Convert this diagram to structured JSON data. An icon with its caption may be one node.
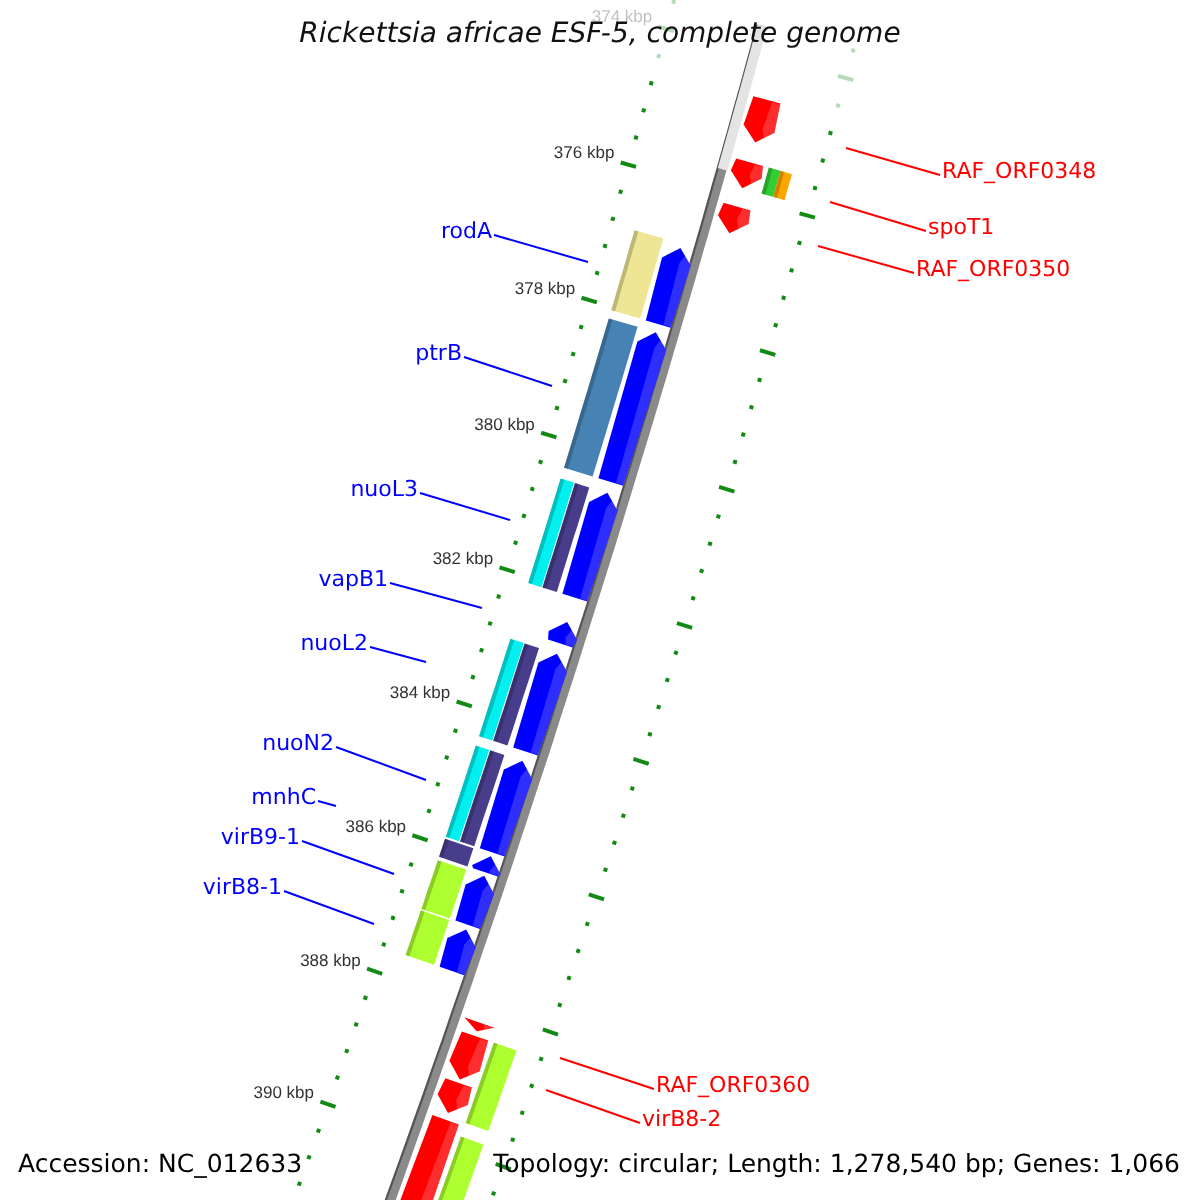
{
  "diagram": {
    "title": "Rickettsia africae ESF-5, complete genome",
    "nodes": [
      {
        "text": [
          "RAF_ORF0348"
        ]
      },
      {
        "text": [
          "spoT1"
        ]
      },
      {
        "text": [
          "rodA"
        ]
      },
      {
        "text": [
          "RAF_ORF0350"
        ]
      },
      {
        "text": [
          "ptrB"
        ]
      },
      {
        "text": [
          "nuoL3"
        ]
      },
      {
        "text": [
          "vapB1"
        ]
      },
      {
        "text": [
          "nuoL2"
        ]
      },
      {
        "text": [
          "nuoN2"
        ]
      },
      {
        "text": [
          "mnhC"
        ]
      },
      {
        "text": [
          "virB9-1"
        ]
      },
      {
        "text": [
          "virB8-1"
        ]
      },
      {
        "text": [
          "RAF_ORF0360"
        ]
      },
      {
        "text": [
          "virB8-2"
        ]
      }
    ],
    "edges": [
      {
        "from": 0,
        "to": null,
        "arrow": "none",
        "color": "#ff0000"
      },
      {
        "from": 1,
        "to": null,
        "arrow": "none",
        "color": "#ff0000"
      },
      {
        "from": 2,
        "to": null,
        "arrow": "none"
      },
      {
        "from": 3,
        "to": null,
        "arrow": "none",
        "color": "#ff0000"
      },
      {
        "from": 4,
        "to": null,
        "arrow": "none"
      },
      {
        "from": 5,
        "to": null,
        "arrow": "none"
      },
      {
        "from": 6,
        "to": null,
        "arrow": "none"
      },
      {
        "from": 7,
        "to": null,
        "arrow": "none"
      },
      {
        "from": 8,
        "to": null,
        "arrow": "none"
      },
      {
        "from": 9,
        "to": null,
        "arrow": "none"
      },
      {
        "from": 10,
        "to": null,
        "arrow": "none"
      },
      {
        "from": 11,
        "to": null,
        "arrow": "none"
      },
      {
        "from": 12,
        "to": null,
        "arrow": "none",
        "color": "#ff0000"
      },
      {
        "from": 13,
        "to": null,
        "arrow": "none",
        "color": "#ff0000"
      }
    ],
    "labels": [
      "374 kbp",
      "376 kbp",
      "378 kbp",
      "380 kbp",
      "382 kbp",
      "384 kbp",
      "386 kbp",
      "388 kbp",
      "390 kbp",
      "Accession: NC_012633",
      "Topology: circular; Length: 1,278,540 bp; Genes: 1,066"
    ]
  }
}
